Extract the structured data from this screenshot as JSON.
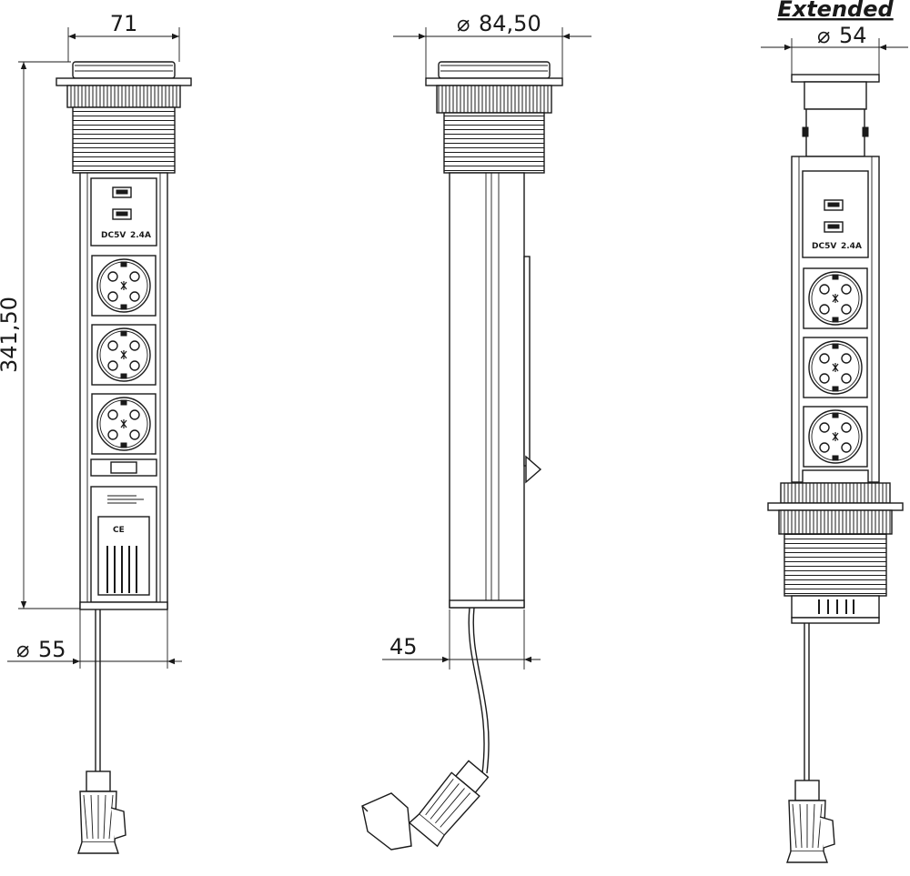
{
  "front_view": {
    "width_dim": "71",
    "height_dim": "341,50",
    "base_dim": "55",
    "usb_label_voltage": "DC5V",
    "usb_label_current": "2.4A"
  },
  "side_view": {
    "diameter_dim": "84,50",
    "depth_dim": "45"
  },
  "extended_view": {
    "title": "Extended",
    "diameter_dim": "54",
    "usb_label_voltage": "DC5V",
    "usb_label_current": "2.4A"
  },
  "symbols": {
    "diameter": "⌀"
  }
}
